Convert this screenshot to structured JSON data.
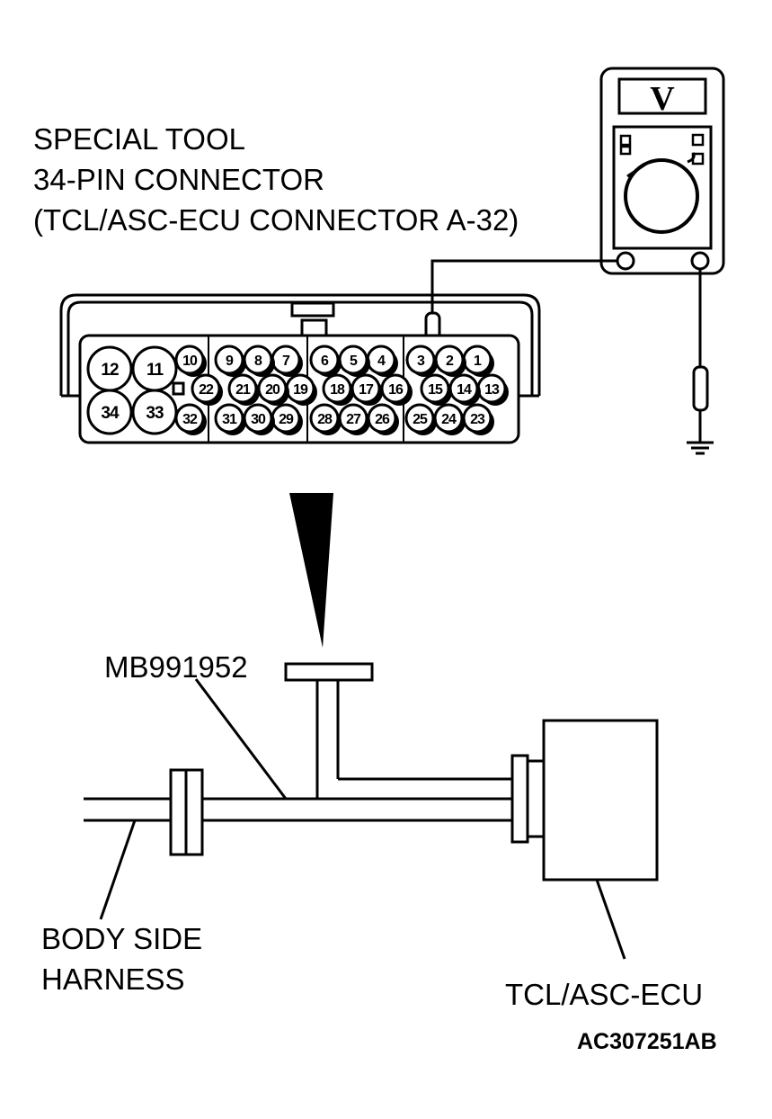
{
  "labels": {
    "special_tool": "SPECIAL TOOL",
    "pin_connector": "34-PIN CONNECTOR",
    "ecu_connector": "(TCL/ASC-ECU CONNECTOR A-32)",
    "part_number": "MB991952",
    "body_side_line1": "BODY SIDE",
    "body_side_line2": "HARNESS",
    "ecu": "TCL/ASC-ECU",
    "figure_code": "AC307251AB"
  },
  "meter": {
    "display": "V"
  },
  "connector": {
    "pins": [
      "1",
      "2",
      "3",
      "4",
      "5",
      "6",
      "7",
      "8",
      "9",
      "10",
      "11",
      "12",
      "13",
      "14",
      "15",
      "16",
      "17",
      "18",
      "19",
      "20",
      "21",
      "22",
      "23",
      "24",
      "25",
      "26",
      "27",
      "28",
      "29",
      "30",
      "31",
      "32",
      "33",
      "34"
    ],
    "probed_pin": "15"
  },
  "colors": {
    "line": "#000000",
    "background": "#ffffff"
  }
}
